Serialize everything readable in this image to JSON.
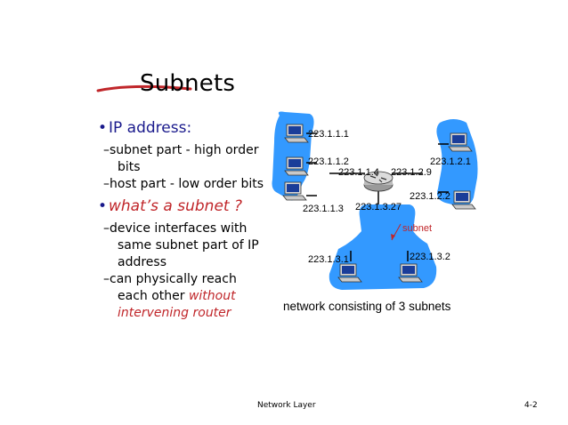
{
  "slide": {
    "title": "Subnets",
    "bullets": [
      {
        "label": "IP address:"
      },
      {
        "label": "what’s a subnet ?"
      }
    ],
    "sub_bullets": {
      "b1_line1": "subnet part - high order",
      "b1_line2": "bits",
      "b2": "host part - low order bits",
      "b3_line1": "device interfaces with",
      "b3_line2": "same subnet part of IP",
      "b3_line3": "address",
      "b4_line1": "can physically reach",
      "b4_line2a": "each other ",
      "b4_line2b": "without",
      "b4_line3": "intervening router"
    },
    "dash": "–"
  },
  "diagram": {
    "addresses": {
      "a111": "223.1.1.1",
      "a112": "223.1.1.2",
      "a114": "223.1.1.4",
      "a129": "223.1.2.9",
      "a121": "223.1.2.1",
      "a122": "223.1.2.2",
      "a113": "223.1.1.3",
      "a1327": "223.1.3.27",
      "a131": "223.1.3.1",
      "a132": "223.1.3.2"
    },
    "subnet_label": "subnet",
    "caption": "network consisting of 3 subnets"
  },
  "footer": {
    "center": "Network Layer",
    "page": "4-2"
  },
  "colors": {
    "subnet_fill": "#3399ff",
    "accent_red": "#c0262a",
    "bullet_blue": "#1a1a8c"
  }
}
